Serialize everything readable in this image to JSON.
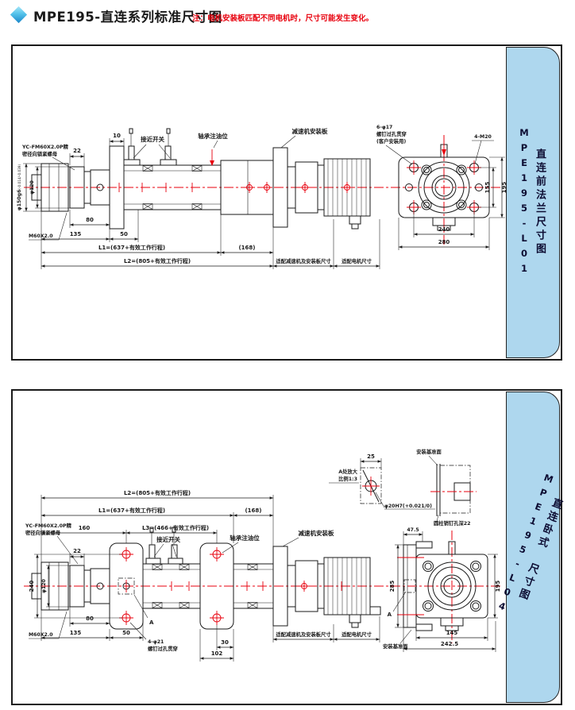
{
  "header": {
    "title": "MPE195-直连系列标准尺寸图",
    "note": "注：电机安装板匹配不同电机时，尺寸可能发生变化。"
  },
  "colors": {
    "accent_red": "#e8000d",
    "sidebar_blue": "#aed7ee"
  },
  "panel1": {
    "sidebar": {
      "title_cn": "直连前法兰尺寸图",
      "model": "MPE195-L01"
    },
    "labels": {
      "lock_nut_1": "YC-FM60X2.0P精",
      "lock_nut_2": "密径向锁紧螺母",
      "proximity_switch": "接近开关",
      "oil_port": "轴承注油位",
      "reducer_plate": "减速机安装板",
      "fit_reducer": "适配减速机及安装板尺寸",
      "fit_motor": "适配电机尺寸",
      "holes_through_1": "6-φ17",
      "holes_through_2": "螺钉过孔贯穿",
      "holes_through_3": "(客户安装用)",
      "holes_tapped": "4-M20",
      "thread": "M60X2.0",
      "rod_dia": "φ150g6",
      "rod_dia_tol": "(-0.014/-0.039)",
      "nut_dia": "φ120"
    },
    "dims": {
      "w22": "22",
      "w10": "10",
      "w80": "80",
      "w135": "135",
      "w50": "50",
      "L1": "L1=(637+有效工作行程)",
      "gap168": "(168)",
      "L2": "L2=(805+有效工作行程)",
      "h155": "155",
      "h195": "195",
      "w240": "240",
      "w280": "280"
    }
  },
  "panel2": {
    "sidebar": {
      "title_cn": "直连卧式 尺寸图",
      "model": "MPE195-L04"
    },
    "labels": {
      "lock_nut_1": "YC-FM60X2.0P精",
      "lock_nut_2": "密径向锁紧螺母",
      "proximity_switch": "接近开关",
      "oil_port": "轴承注油位",
      "reducer_plate": "减速机安装板",
      "fit_reducer": "适配减速机及安装板尺寸",
      "fit_motor": "适配电机尺寸",
      "holes_through_1": "4-φ21",
      "holes_through_2": "螺钉过孔贯穿",
      "thread": "M60X2.0",
      "nut_dia": "φ120",
      "datum": "安装基准面",
      "datum2": "安装基准面",
      "detail_title_1": "A处放大",
      "detail_title_2": "比例1:3",
      "pin_hole": "φ20H7(+0.021/0)",
      "pin_depth": "圆柱销钉孔深22",
      "marker_a": "A",
      "marker_a2": "A"
    },
    "dims": {
      "w22": "22",
      "w80": "80",
      "w135": "135",
      "w50": "50",
      "w160": "160",
      "L1": "L1=(637+有效工作行程)",
      "gap168": "(168)",
      "L2": "L2=(805+有效工作行程)",
      "L3": "L3=(466+有效工作行程)",
      "h240": "240",
      "w30": "30",
      "w102": "102",
      "w25": "25",
      "w47_5": "47.5",
      "h285": "285",
      "h195": "195",
      "w145": "145",
      "w242_5": "242.5"
    }
  }
}
